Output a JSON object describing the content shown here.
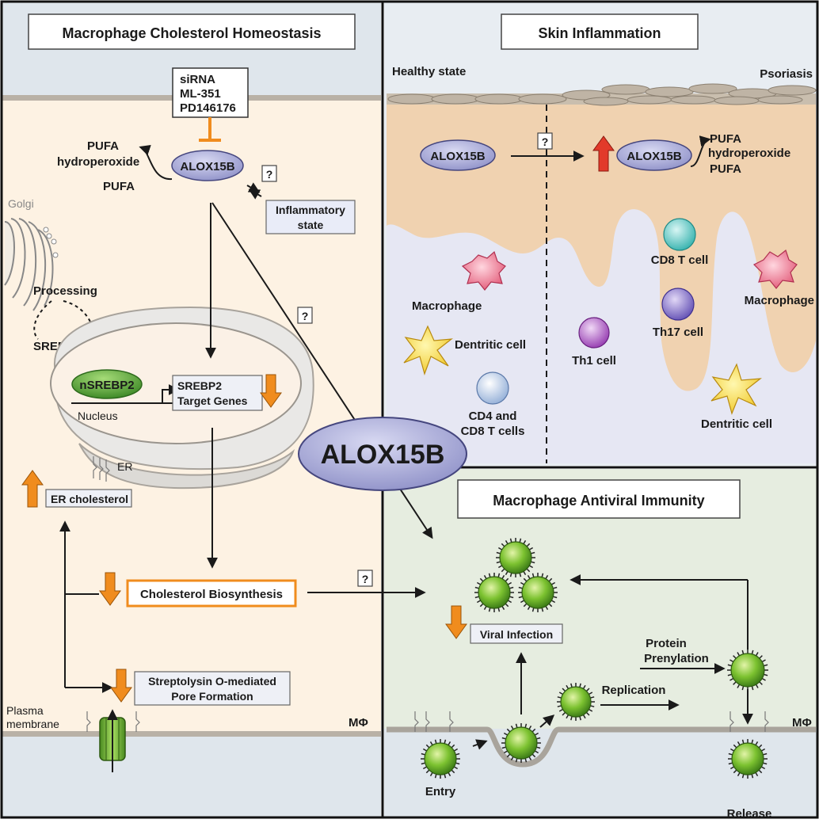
{
  "center_label": "ALOX15B",
  "left_panel": {
    "title": "Macrophage Cholesterol Homeostasis",
    "inhibitors": [
      "siRNA",
      "ML-351",
      "PD146176"
    ],
    "enzyme": "ALOX15B",
    "pufa_hydroperoxide": [
      "PUFA",
      "hydroperoxide"
    ],
    "pufa": "PUFA",
    "question_mark": "?",
    "inflammatory_state": [
      "Inflammatory",
      "state"
    ],
    "golgi": "Golgi",
    "processing": "Processing",
    "srebp2": "SREBP2",
    "nsrebp2": "nSREBP2",
    "nucleus": "Nucleus",
    "target_genes": [
      "SREBP2",
      "Target Genes"
    ],
    "er": "ER",
    "er_cholesterol": "ER cholesterol",
    "cholesterol_biosynthesis": "Cholesterol Biosynthesis",
    "pore_formation": [
      "Streptolysin O-mediated",
      "Pore Formation"
    ],
    "plasma_membrane": [
      "Plasma",
      "membrane"
    ],
    "mphi": "MΦ"
  },
  "right_top_panel": {
    "title": "Skin Inflammation",
    "healthy_state": "Healthy state",
    "psoriasis": "Psoriasis",
    "enzyme": "ALOX15B",
    "question_mark": "?",
    "pufa_hydroperoxide": [
      "PUFA",
      "hydroperoxide"
    ],
    "pufa": "PUFA",
    "macrophage": "Macrophage",
    "dendritic_cell": "Dentritic cell",
    "cd4_cd8": [
      "CD4 and",
      "CD8 T cells"
    ],
    "cd8_t_cell": "CD8 T cell",
    "th17_cell": "Th17 cell",
    "th1_cell": "Th1 cell"
  },
  "right_bottom_panel": {
    "title": "Macrophage Antiviral Immunity",
    "question_mark": "?",
    "viral_infection": "Viral Infection",
    "protein_prenylation": [
      "Protein",
      "Prenylation"
    ],
    "replication": "Replication",
    "entry": "Entry",
    "release": "Release",
    "mphi": "MΦ"
  },
  "colors": {
    "enzyme_fill": "#a6a8d8",
    "enzyme_stroke": "#45467e",
    "arrow_orange": "#f08c1e",
    "arrow_red": "#e23a2a",
    "nsrebp2_green": "#5aa53c",
    "virus_green": "#6cb52e",
    "cell_bg_left": "#fdf2e3",
    "skin_tan": "#f0d2b0",
    "dermis_blue": "#e6e7f3"
  }
}
